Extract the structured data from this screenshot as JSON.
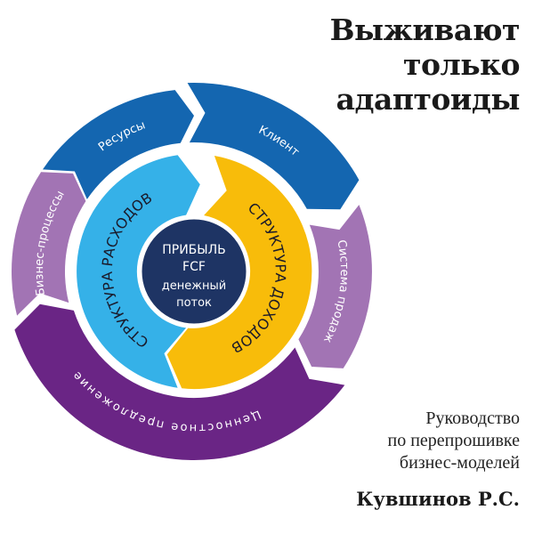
{
  "cover": {
    "title_lines": [
      "Выживают",
      "только",
      "адаптоиды"
    ],
    "subtitle_lines": [
      "Руководство",
      "по перепрошивке",
      "бизнес-моделей"
    ],
    "author": "Кувшинов Р.С."
  },
  "diagram": {
    "outer_segments": [
      {
        "label": "Ресурсы",
        "color": "#1466b0"
      },
      {
        "label": "Клиент",
        "color": "#1466b0"
      },
      {
        "label": "Система продаж",
        "color": "#a274b4"
      },
      {
        "label": "Ценностное предложение",
        "color": "#6a2585"
      },
      {
        "label": "Бизнес-процессы",
        "color": "#a274b4"
      }
    ],
    "inner_segments": [
      {
        "label": "СТРУКТУРА РАСХОДОВ",
        "color": "#35b1e8"
      },
      {
        "label": "СТРУКТУРА ДОХОДОВ",
        "color": "#f8bc0a"
      }
    ],
    "center": {
      "lines": [
        "ПРИБЫЛЬ",
        "FCF",
        "денежный",
        "поток"
      ],
      "color": "#1e3464"
    }
  }
}
